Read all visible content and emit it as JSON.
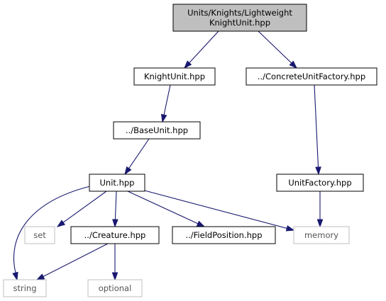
{
  "graph": {
    "nodes": [
      {
        "id": "root",
        "lines": [
          "Units/Knights/Lightweight",
          "KnightUnit.hpp"
        ],
        "style": "root"
      },
      {
        "id": "knightunit",
        "lines": [
          "KnightUnit.hpp"
        ],
        "style": "normal"
      },
      {
        "id": "concretefactory",
        "lines": [
          "../ConcreteUnitFactory.hpp"
        ],
        "style": "normal"
      },
      {
        "id": "baseunit",
        "lines": [
          "../BaseUnit.hpp"
        ],
        "style": "normal"
      },
      {
        "id": "unit",
        "lines": [
          "Unit.hpp"
        ],
        "style": "normal"
      },
      {
        "id": "unitfactory",
        "lines": [
          "UnitFactory.hpp"
        ],
        "style": "normal"
      },
      {
        "id": "set",
        "lines": [
          "set"
        ],
        "style": "external"
      },
      {
        "id": "creature",
        "lines": [
          "../Creature.hpp"
        ],
        "style": "normal"
      },
      {
        "id": "fieldposition",
        "lines": [
          "../FieldPosition.hpp"
        ],
        "style": "normal"
      },
      {
        "id": "memory",
        "lines": [
          "memory"
        ],
        "style": "external"
      },
      {
        "id": "string",
        "lines": [
          "string"
        ],
        "style": "external"
      },
      {
        "id": "optional",
        "lines": [
          "optional"
        ],
        "style": "external"
      }
    ],
    "edges": [
      {
        "from": "root",
        "to": "knightunit"
      },
      {
        "from": "root",
        "to": "concretefactory"
      },
      {
        "from": "knightunit",
        "to": "baseunit"
      },
      {
        "from": "baseunit",
        "to": "unit"
      },
      {
        "from": "concretefactory",
        "to": "unitfactory"
      },
      {
        "from": "unitfactory",
        "to": "memory"
      },
      {
        "from": "unit",
        "to": "string"
      },
      {
        "from": "unit",
        "to": "set"
      },
      {
        "from": "unit",
        "to": "creature"
      },
      {
        "from": "unit",
        "to": "fieldposition"
      },
      {
        "from": "unit",
        "to": "memory"
      },
      {
        "from": "creature",
        "to": "string"
      },
      {
        "from": "creature",
        "to": "optional"
      }
    ],
    "colors": {
      "edge": "#191970",
      "root_fill": "#bfbfbf",
      "normal_border": "#000000",
      "external_border": "#bfbfbf",
      "external_text": "#555555"
    }
  }
}
